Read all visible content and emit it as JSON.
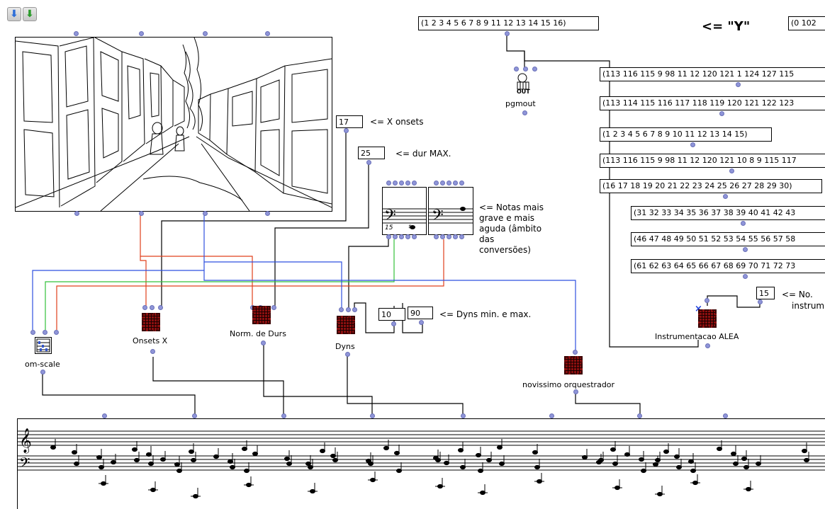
{
  "toolbar": {
    "up_arrow": "arrow-up-icon",
    "down_arrow": "arrow-down-icon"
  },
  "lists": {
    "top": "(1 2 3 4 5 6 7 8 9 11 12 13 14 15 16)",
    "right_top": "(0 102",
    "l1": "(113 116 115 9 98 11 12 120 121 1 124 127 115",
    "l2": "(113 114 115 116 117 118 119 120 121 122 123",
    "l3": "(1 2 3 4 5 6 7 8 9 10 11 12 13 14 15)",
    "l4": "(113 116 115 9 98 11 12 120 121 10 8 9 115 117",
    "l5": "(16 17 18 19 20 21 22 23 24 25 26 27 28 29 30)",
    "l6": "(31 32 33 34 35 36 37 38 39 40 41 42 43",
    "l7": "(46 47 48 49 50 51 52 53 54 55 56 57 58",
    "l8": "(61 62 63 64 65 66 67 68 69 70 71 72 73"
  },
  "numbers": {
    "x_onsets": "17",
    "dur_max": "25",
    "dyn_min": "10",
    "dyn_max": "90",
    "instruments": "15"
  },
  "labels": {
    "y_label": "<= \"Y\"",
    "x_onsets": "<= X onsets",
    "dur_max": "<= dur MAX.",
    "notas": "<= Notas mais\ngrave e mais\naguda (âmbito\ndas\nconversões)",
    "dyns": "<= Dyns min. e max.",
    "instr_1": "<= No.",
    "instr_2": "instrum"
  },
  "boxes": {
    "pgmout": "pgmout",
    "pgmout_icon": "OUT",
    "om_scale": "om-scale",
    "onsets_x": "Onsets X",
    "norm_durs": "Norm. de Durs",
    "dyns": "Dyns",
    "orquestrador": "novissimo orquestrador",
    "instrumentacao": "Instrumentacao ALEA"
  },
  "staff": {
    "low_note_label": "15"
  },
  "colors": {
    "red_wire": "#e0401c",
    "green_wire": "#33c23a",
    "blue_wire": "#2f50e0",
    "chip": "#8b0f0f",
    "inlet": "#8f95d8"
  }
}
